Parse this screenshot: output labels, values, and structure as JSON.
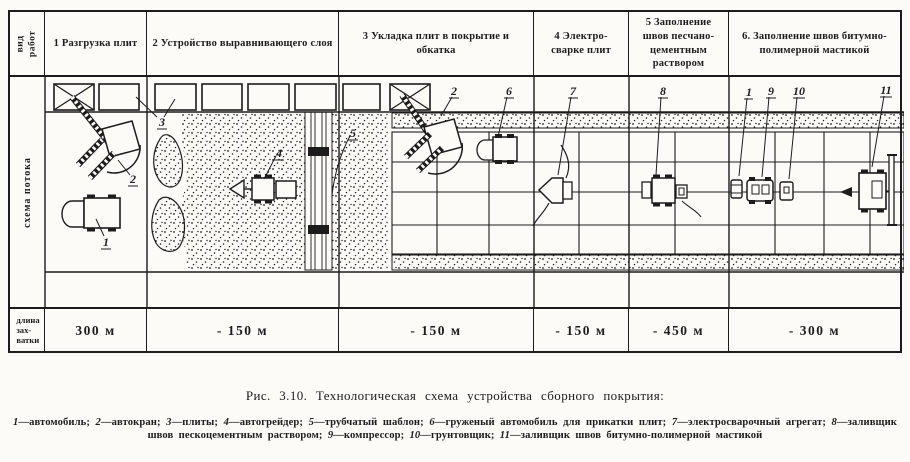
{
  "figure": {
    "caption": "Рис. 3.10. Технологическая схема устройства сборного покрытия:",
    "legend_items": [
      {
        "num": "1",
        "text": "—автомобиль; "
      },
      {
        "num": "2",
        "text": "—автокран; "
      },
      {
        "num": "3",
        "text": "—плиты; "
      },
      {
        "num": "4",
        "text": "—автогрейдер; "
      },
      {
        "num": "5",
        "text": "—трубчатый шаблон; "
      },
      {
        "num": "6",
        "text": "—груженый автомобиль для прикатки плит; "
      },
      {
        "num": "7",
        "text": "—электросварочный агрегат; "
      },
      {
        "num": "8",
        "text": "—заливщик швов пескоцементным раствором; "
      },
      {
        "num": "9",
        "text": "—компрессор; "
      },
      {
        "num": "10",
        "text": "—грунтовщик; "
      },
      {
        "num": "11",
        "text": "—заливщик швов битумно-полимерной мастикой"
      }
    ]
  },
  "table": {
    "row_headers": {
      "work_type": "вид работ",
      "flow_scheme": "схема потока",
      "grip_length_lines": [
        "длина",
        "зах-",
        "ватки"
      ]
    },
    "work_columns": [
      "1 Разгрузка плит",
      "2 Устройство выравнивающего слоя",
      "3 Укладка плит в покрытие и обкатка",
      "4 Электро-сварке плит",
      "5 Заполнение швов песчано-цементным раствором",
      "6. Заполнение швов битумно-полимерной мастикой"
    ],
    "grip_lengths": [
      "300 м",
      "- 150 м",
      "- 150 м",
      "- 150 м",
      "- 450 м",
      "- 300 м"
    ]
  },
  "schema": {
    "callouts": {
      "truck_left": "1",
      "crane_left": "2",
      "slabs": "3",
      "grader": "4",
      "template": "5",
      "crane_right": "2",
      "loaded_truck": "6",
      "welder": "7",
      "mortar_filler": "8",
      "car": "1",
      "compressor": "9",
      "primer": "10",
      "mastic_filler": "11"
    }
  },
  "colors": {
    "ink": "#1c1c1c",
    "paper": "#fcfbf7"
  }
}
